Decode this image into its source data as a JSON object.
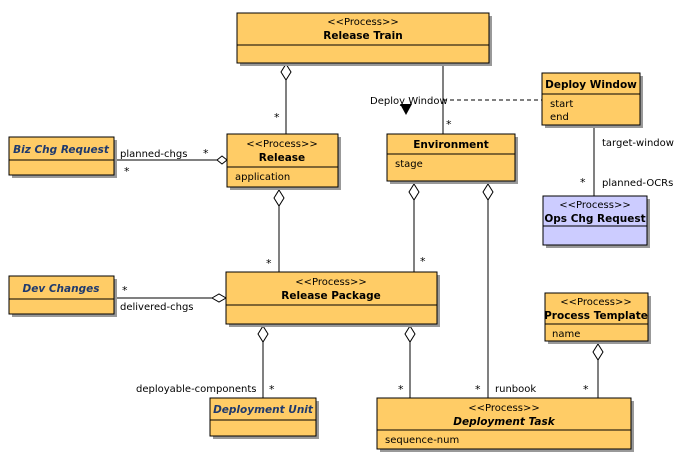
{
  "classes": {
    "release_train": {
      "stereotype": "<<Process>>",
      "name": "Release Train",
      "attributes": []
    },
    "deploy_window": {
      "stereotype": "",
      "name": "Deploy Window",
      "attributes": [
        "start",
        "end"
      ]
    },
    "biz_chg_request": {
      "stereotype": "",
      "name": "Biz Chg Request",
      "attributes": []
    },
    "release": {
      "stereotype": "<<Process>>",
      "name": "Release",
      "attributes": [
        "application"
      ]
    },
    "environment": {
      "stereotype": "",
      "name": "Environment",
      "attributes": [
        "stage"
      ]
    },
    "ops_chg_request": {
      "stereotype": "<<Process>>",
      "name": "Ops Chg Request",
      "attributes": []
    },
    "dev_changes": {
      "stereotype": "",
      "name": "Dev Changes",
      "attributes": []
    },
    "release_package": {
      "stereotype": "<<Process>>",
      "name": "Release Package",
      "attributes": []
    },
    "process_template": {
      "stereotype": "<<Process>>",
      "name": "Process Template",
      "attributes": [
        "name"
      ]
    },
    "deployment_unit": {
      "stereotype": "",
      "name": "Deployment Unit",
      "attributes": []
    },
    "deployment_task": {
      "stereotype": "<<Process>>",
      "name": "Deployment Task",
      "attributes": [
        "sequence-num"
      ]
    }
  },
  "labels": {
    "deploy_window_assoc": "Deploy Window",
    "planned_chgs": "planned-chgs",
    "target_window": "target-window",
    "planned_ocrs": "planned-OCRs",
    "delivered_chgs": "delivered-chgs",
    "deployable_components": "deployable-components",
    "runbook": "runbook"
  },
  "multiplicity": "*"
}
